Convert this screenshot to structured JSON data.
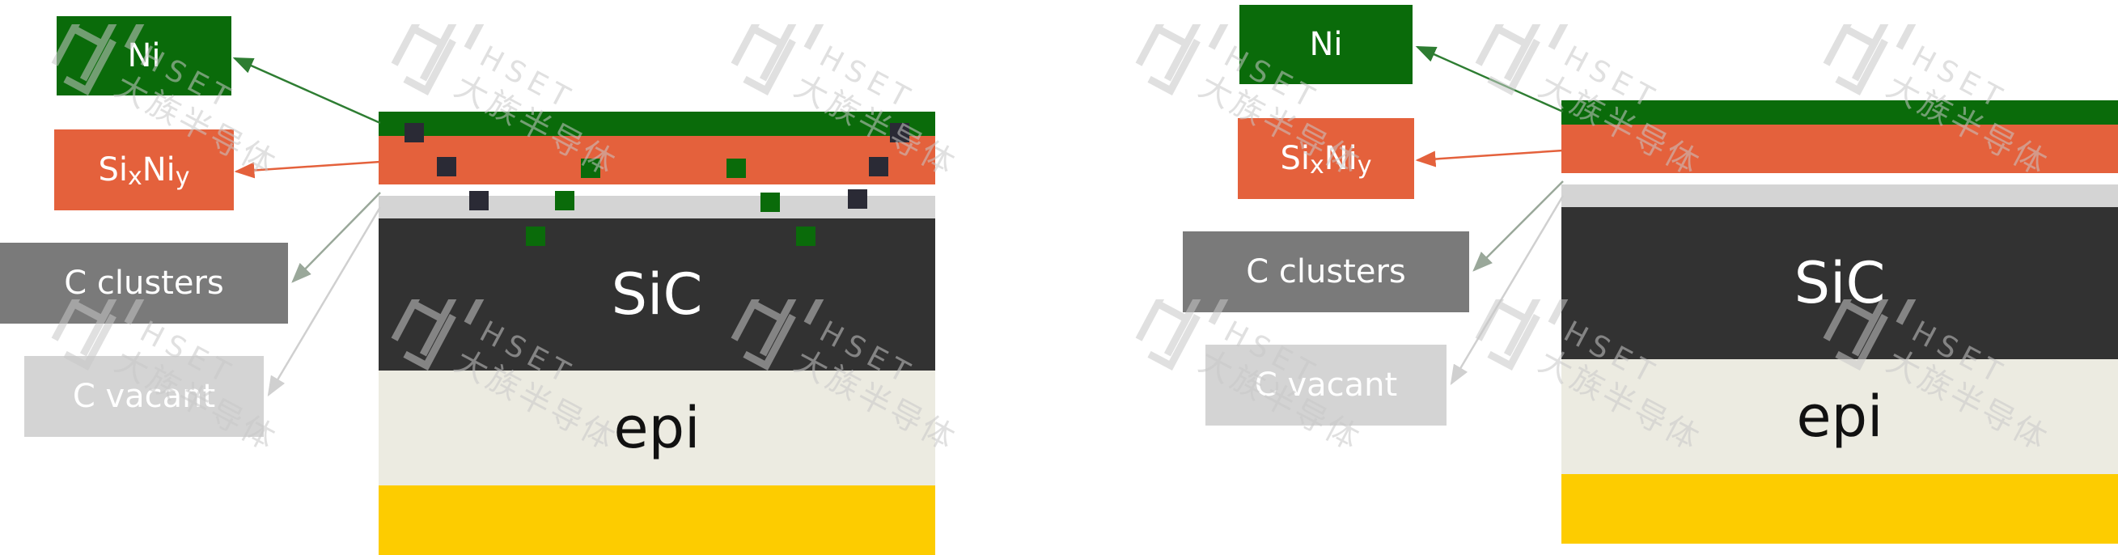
{
  "colors": {
    "ni": "#0a6b0a",
    "sixniy": "#e4613c",
    "c_clusters": "#7a7a7a",
    "c_vacant": "#d4d4d4",
    "sic": "#323232",
    "epi": "#ecebe1",
    "metal": "#fdcc00",
    "gap": "#f4f4f4"
  },
  "labels": {
    "ni": "Ni",
    "sixniy_si": "Si",
    "sixniy_x": "x",
    "sixniy_ni": "Ni",
    "sixniy_y": "y",
    "c_clusters": "C clusters",
    "c_vacant": "C vacant",
    "sic": "SiC",
    "epi": "epi"
  },
  "watermark": {
    "brand": "HSET",
    "company": "大族半导体"
  }
}
